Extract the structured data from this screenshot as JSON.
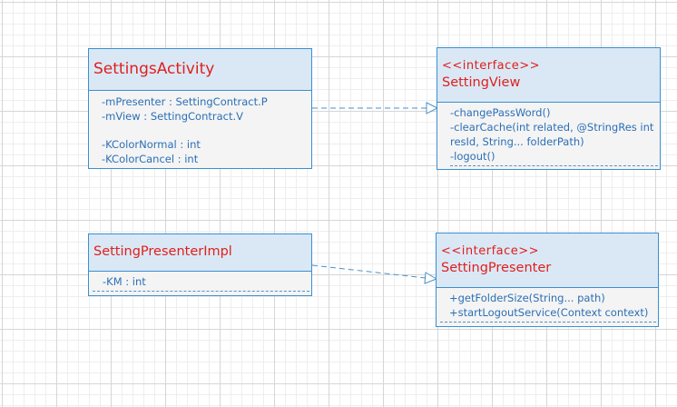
{
  "classes": {
    "settings_activity": {
      "name": "SettingsActivity",
      "members": [
        "-mPresenter : SettingContract.P",
        "-mView : SettingContract.V",
        "-KColorNormal : int",
        "-KColorCancel : int"
      ]
    },
    "setting_view": {
      "stereotype": "<<interface>>",
      "name": "SettingView",
      "members": [
        "-changePassWord()",
        "-clearCache(int related, @StringRes int resId, String... folderPath)",
        "-logout()"
      ]
    },
    "setting_presenter_impl": {
      "name": "SettingPresenterImpl",
      "members": [
        "-KM : int"
      ]
    },
    "setting_presenter": {
      "stereotype": "<<interface>>",
      "name": "SettingPresenter",
      "members": [
        "+getFolderSize(String... path)",
        "+startLogoutService(Context context)"
      ]
    }
  },
  "colors": {
    "border": "#3a8fd0",
    "header_fill": "#dae8f6",
    "body_fill": "#f4f4f4",
    "class_name": "#e0201c",
    "member_text": "#2b6fb6",
    "edge": "#4a90c8"
  },
  "relations": [
    {
      "from": "SettingsActivity",
      "to": "SettingView",
      "kind": "realization"
    },
    {
      "from": "SettingPresenterImpl",
      "to": "SettingPresenter",
      "kind": "realization"
    }
  ]
}
